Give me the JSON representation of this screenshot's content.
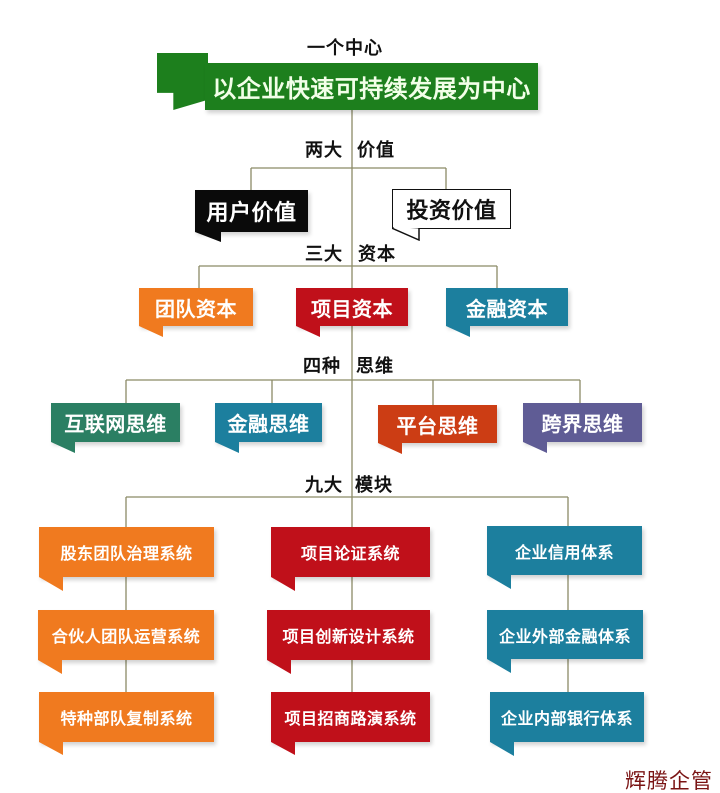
{
  "colors": {
    "green": "#1d7f1d",
    "black": "#0a0a0a",
    "orange": "#f07a1f",
    "red": "#c0101a",
    "teal": "#1c7f9e",
    "sea_green": "#2b7f63",
    "orange_red": "#cc3d14",
    "purple": "#5f5c95",
    "connector": "#8b8a66",
    "watermark": "#7a1414"
  },
  "center": {
    "heading": "一个中心",
    "banner": "以企业快速可持续发展为中心"
  },
  "values": {
    "heading_left": "两大",
    "heading_right": "价值",
    "items": [
      {
        "label": "用户价值",
        "style": "filled-black"
      },
      {
        "label": "投资价值",
        "style": "outlined"
      }
    ]
  },
  "capitals": {
    "heading_left": "三大",
    "heading_right": "资本",
    "items": [
      {
        "label": "团队资本"
      },
      {
        "label": "项目资本"
      },
      {
        "label": "金融资本"
      }
    ]
  },
  "thinking": {
    "heading_left": "四种",
    "heading_right": "思维",
    "items": [
      {
        "label": "互联网思维"
      },
      {
        "label": "金融思维"
      },
      {
        "label": "平台思维"
      },
      {
        "label": "跨界思维"
      }
    ]
  },
  "modules": {
    "heading_left": "九大",
    "heading_right": "模块",
    "columns": [
      {
        "items": [
          {
            "label": "股东团队治理系统"
          },
          {
            "label": "合伙人团队运营系统"
          },
          {
            "label": "特种部队复制系统"
          }
        ]
      },
      {
        "items": [
          {
            "label": "项目论证系统"
          },
          {
            "label": "项目创新设计系统"
          },
          {
            "label": "项目招商路演系统"
          }
        ]
      },
      {
        "items": [
          {
            "label": "企业信用体系"
          },
          {
            "label": "企业外部金融体系"
          },
          {
            "label": "企业内部银行体系"
          }
        ]
      }
    ]
  },
  "watermark": "辉腾企管"
}
